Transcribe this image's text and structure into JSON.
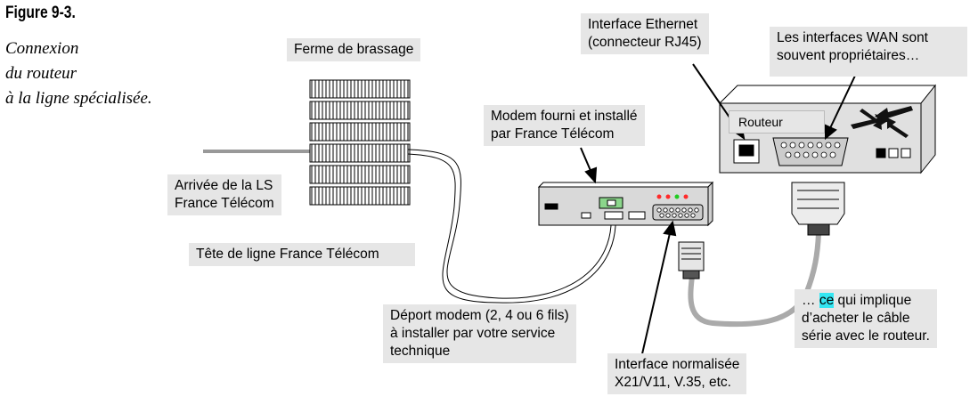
{
  "figure": {
    "number": "Figure 9-3.",
    "caption_lines": [
      "Connexion",
      "du routeur",
      "à la ligne spécialisée."
    ]
  },
  "labels": {
    "patch_panel": "Ferme de brassage",
    "ls_arrival_1": "Arrivée de la LS",
    "ls_arrival_2": "France Télécom",
    "line_head": "Tête de ligne France Télécom",
    "modem_1": "Modem fourni et installé",
    "modem_2": "par France Télécom",
    "ethernet_1": "Interface Ethernet",
    "ethernet_2": "(connecteur RJ45)",
    "wan_1": "Les interfaces WAN sont",
    "wan_2": "souvent propriétaires…",
    "router": "Routeur",
    "deport_1": "Déport modem (2, 4 ou 6 fils)",
    "deport_2": "à installer par votre service",
    "deport_3": "technique",
    "normalized_1": "Interface normalisée",
    "normalized_2": "X21/V11, V.35, etc.",
    "cable_1_pre": "… ",
    "cable_1_hl": "ce",
    "cable_1_post": " qui implique",
    "cable_2": "d’acheter le câble",
    "cable_3": "série avec le routeur."
  },
  "colors": {
    "label_bg": "#e6e6e6",
    "highlight": "#33e6f2",
    "led_red": "#ff2a2a",
    "led_green": "#22cc22",
    "cable_grey": "#aaaaaa"
  }
}
